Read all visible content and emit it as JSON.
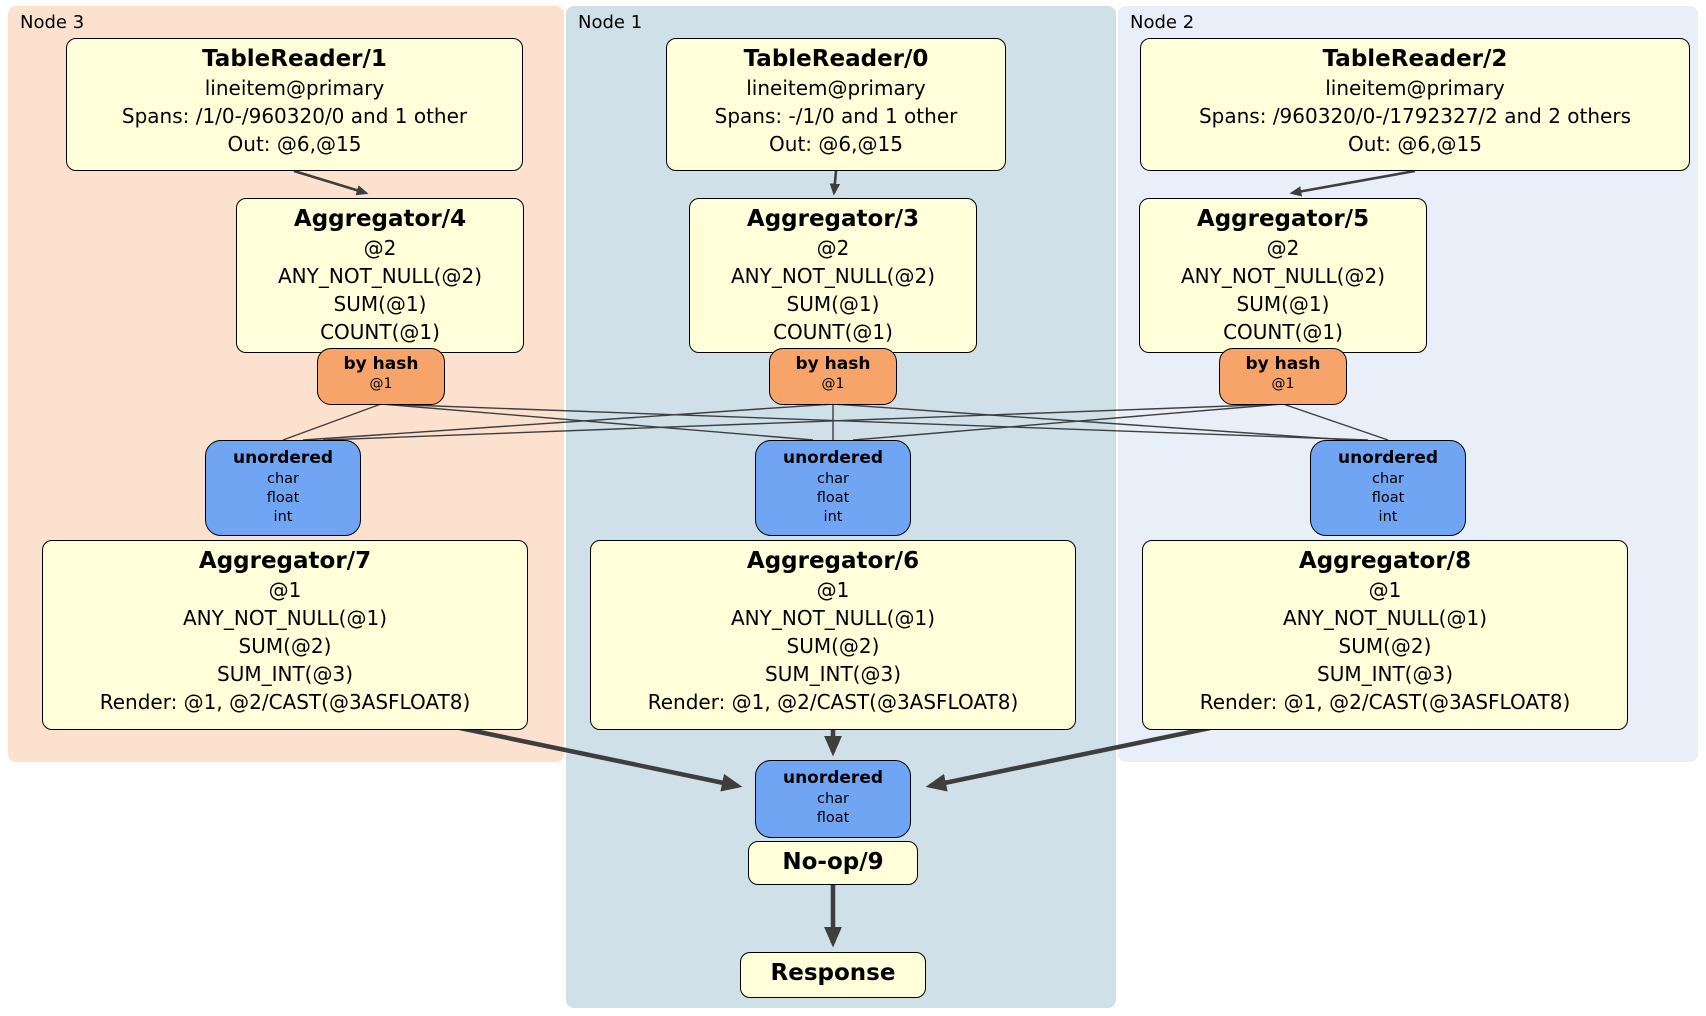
{
  "regions": [
    {
      "label": "Node 3",
      "color": "#fce1cf"
    },
    {
      "label": "Node 1",
      "color": "#cfe0e9"
    },
    {
      "label": "Node 2",
      "color": "#e8eff9"
    }
  ],
  "colors": {
    "processor_box": "#ffffd9",
    "router_box": "#f7a46b",
    "sync_box": "#6fa5f2",
    "edge": "#3e3e3e",
    "border": "#000000"
  },
  "pipelines": [
    {
      "tablereader": {
        "title": "TableReader/1",
        "index": "lineitem@primary",
        "spans": "Spans: /1/0-/960320/0 and 1 other",
        "out": "Out: @6,@15"
      },
      "aggregator_pre": {
        "title": "Aggregator/4",
        "group": "@2",
        "exprs": [
          "ANY_NOT_NULL(@2)",
          "SUM(@1)",
          "COUNT(@1)"
        ]
      },
      "router": {
        "title": "by hash",
        "key": "@1"
      },
      "sync": {
        "title": "unordered",
        "columns": [
          "char",
          "float",
          "int"
        ]
      },
      "aggregator_post": {
        "title": "Aggregator/7",
        "group": "@1",
        "exprs": [
          "ANY_NOT_NULL(@1)",
          "SUM(@2)",
          "SUM_INT(@3)"
        ],
        "render": "Render: @1, @2/CAST(@3ASFLOAT8)"
      }
    },
    {
      "tablereader": {
        "title": "TableReader/0",
        "index": "lineitem@primary",
        "spans": "Spans: -/1/0 and 1 other",
        "out": "Out: @6,@15"
      },
      "aggregator_pre": {
        "title": "Aggregator/3",
        "group": "@2",
        "exprs": [
          "ANY_NOT_NULL(@2)",
          "SUM(@1)",
          "COUNT(@1)"
        ]
      },
      "router": {
        "title": "by hash",
        "key": "@1"
      },
      "sync": {
        "title": "unordered",
        "columns": [
          "char",
          "float",
          "int"
        ]
      },
      "aggregator_post": {
        "title": "Aggregator/6",
        "group": "@1",
        "exprs": [
          "ANY_NOT_NULL(@1)",
          "SUM(@2)",
          "SUM_INT(@3)"
        ],
        "render": "Render: @1, @2/CAST(@3ASFLOAT8)"
      }
    },
    {
      "tablereader": {
        "title": "TableReader/2",
        "index": "lineitem@primary",
        "spans": "Spans: /960320/0-/1792327/2 and 2 others",
        "out": "Out: @6,@15"
      },
      "aggregator_pre": {
        "title": "Aggregator/5",
        "group": "@2",
        "exprs": [
          "ANY_NOT_NULL(@2)",
          "SUM(@1)",
          "COUNT(@1)"
        ]
      },
      "router": {
        "title": "by hash",
        "key": "@1"
      },
      "sync": {
        "title": "unordered",
        "columns": [
          "char",
          "float",
          "int"
        ]
      },
      "aggregator_post": {
        "title": "Aggregator/8",
        "group": "@1",
        "exprs": [
          "ANY_NOT_NULL(@1)",
          "SUM(@2)",
          "SUM_INT(@3)"
        ],
        "render": "Render: @1, @2/CAST(@3ASFLOAT8)"
      }
    }
  ],
  "final": {
    "sync": {
      "title": "unordered",
      "columns": [
        "char",
        "float"
      ]
    },
    "noop": {
      "title": "No-op/9"
    },
    "response": {
      "title": "Response"
    }
  }
}
